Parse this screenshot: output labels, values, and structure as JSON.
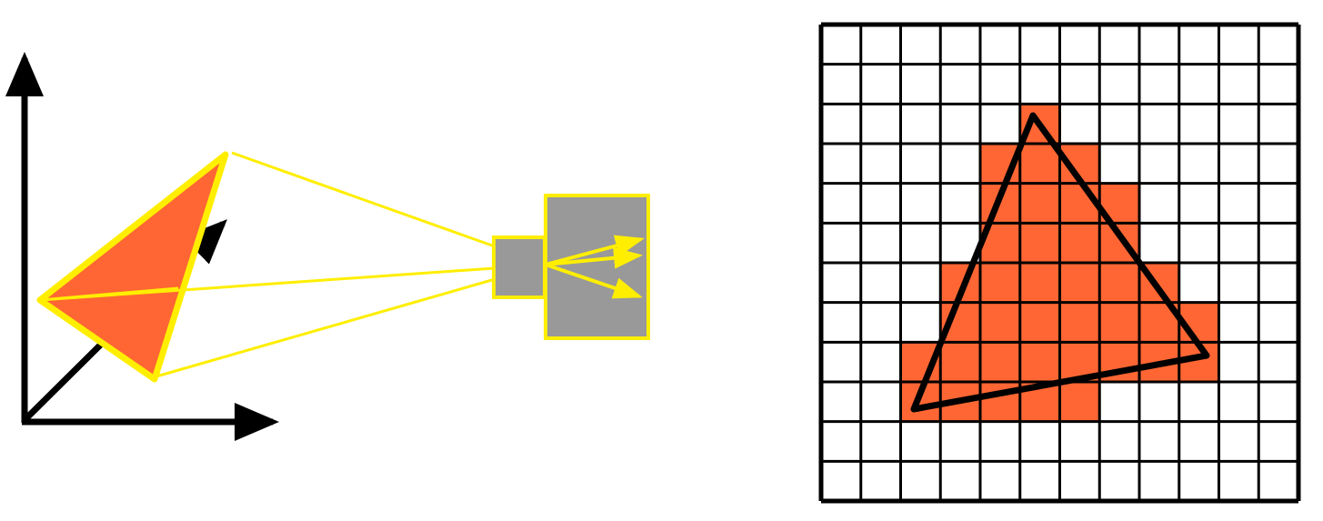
{
  "colors": {
    "background": "#ffffff",
    "axis": "#000000",
    "triangle_fill": "#ff6633",
    "highlight": "#ffee00",
    "camera": "#999999",
    "raster_fill": "#ff6633",
    "grid_line": "#000000",
    "outline": "#000000"
  },
  "projection_scene": {
    "axes": [
      "y-axis",
      "z-axis",
      "x-axis"
    ],
    "triangle": "3d-triangle",
    "camera": "pinhole-camera",
    "projection_rays": 3
  },
  "raster_grid": {
    "rows": 12,
    "cols": 12,
    "filled_cells": [
      [
        2,
        5
      ],
      [
        3,
        4
      ],
      [
        3,
        5
      ],
      [
        3,
        6
      ],
      [
        4,
        4
      ],
      [
        4,
        5
      ],
      [
        4,
        6
      ],
      [
        4,
        7
      ],
      [
        5,
        4
      ],
      [
        5,
        5
      ],
      [
        5,
        6
      ],
      [
        5,
        7
      ],
      [
        6,
        3
      ],
      [
        6,
        4
      ],
      [
        6,
        5
      ],
      [
        6,
        6
      ],
      [
        6,
        7
      ],
      [
        6,
        8
      ],
      [
        7,
        3
      ],
      [
        7,
        4
      ],
      [
        7,
        5
      ],
      [
        7,
        6
      ],
      [
        7,
        7
      ],
      [
        7,
        8
      ],
      [
        7,
        9
      ],
      [
        8,
        2
      ],
      [
        8,
        3
      ],
      [
        8,
        4
      ],
      [
        8,
        5
      ],
      [
        8,
        6
      ],
      [
        8,
        7
      ],
      [
        8,
        8
      ],
      [
        8,
        9
      ],
      [
        9,
        2
      ],
      [
        9,
        3
      ],
      [
        9,
        4
      ],
      [
        9,
        5
      ],
      [
        9,
        6
      ]
    ]
  }
}
